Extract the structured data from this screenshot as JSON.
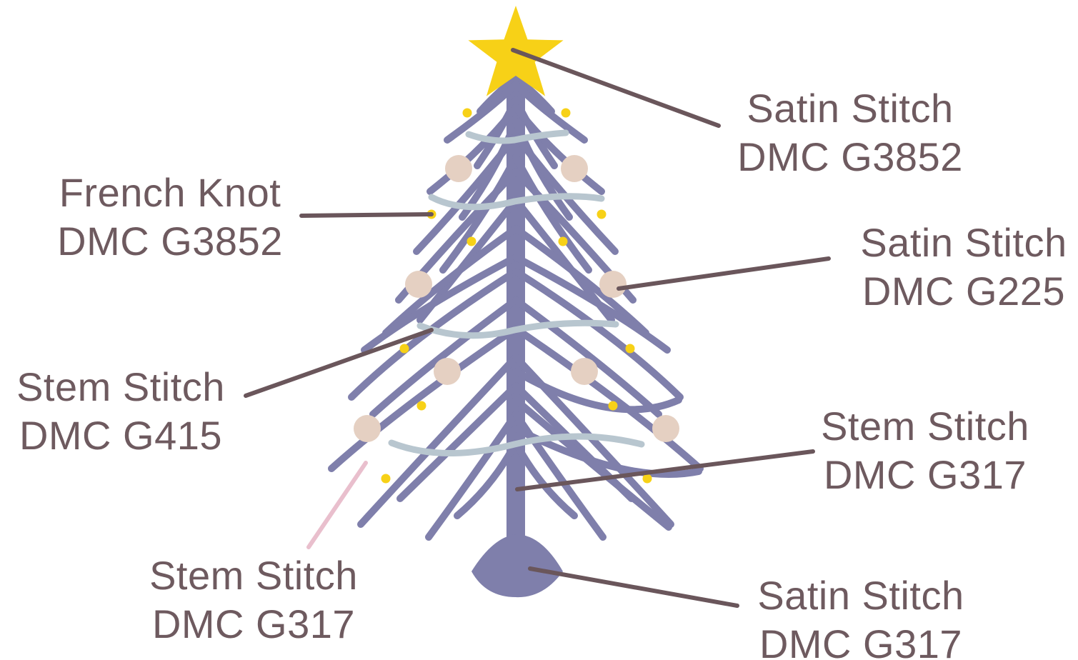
{
  "colors": {
    "tree": "#7f7fab",
    "garland": "#b8c6cf",
    "star": "#f7d117",
    "french_knot": "#f7d117",
    "bauble": "#e5d0c2",
    "leader": "#6a565b",
    "leader_pink": "#e9bfcd",
    "text": "#6e5a5f"
  },
  "annotations": [
    {
      "id": "star",
      "stitch": "Satin Stitch",
      "thread": "DMC G3852",
      "icon": "star-icon"
    },
    {
      "id": "knot",
      "stitch": "French Knot",
      "thread": "DMC G3852",
      "icon": "french-knot-icon"
    },
    {
      "id": "bauble",
      "stitch": "Satin Stitch",
      "thread": "DMC G225",
      "icon": "bauble-icon"
    },
    {
      "id": "garland",
      "stitch": "Stem Stitch",
      "thread": "DMC G415",
      "icon": "garland-icon"
    },
    {
      "id": "trunk",
      "stitch": "Stem Stitch",
      "thread": "DMC G317",
      "icon": "trunk-icon"
    },
    {
      "id": "branch",
      "stitch": "Stem Stitch",
      "thread": "DMC G317",
      "icon": "branch-icon"
    },
    {
      "id": "base",
      "stitch": "Satin Stitch",
      "thread": "DMC G317",
      "icon": "base-icon"
    }
  ]
}
